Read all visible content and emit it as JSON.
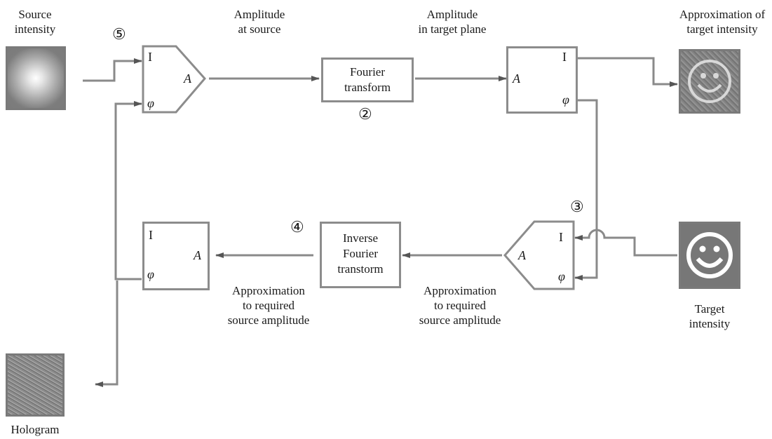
{
  "labels": {
    "source_intensity": [
      "Source",
      "intensity"
    ],
    "amplitude_at_source": [
      "Amplitude",
      "at source"
    ],
    "amplitude_target_plane": [
      "Amplitude",
      "in target plane"
    ],
    "approx_target_intensity": [
      "Approximation of",
      "target intensity"
    ],
    "target_intensity": [
      "Target",
      "intensity"
    ],
    "hologram": "Hologram",
    "approx_required_left": [
      "Approximation",
      "to required",
      "source amplitude"
    ],
    "approx_required_right": [
      "Approximation",
      "to required",
      "source amplitude"
    ]
  },
  "steps": {
    "two": "②",
    "three": "③",
    "four": "④",
    "five": "⑤"
  },
  "blocks": {
    "fourier": [
      "Fourier",
      "transform"
    ],
    "inverse_fourier": [
      "Inverse",
      "Fourier",
      "transtorm"
    ]
  },
  "ports": {
    "intensity": "I",
    "amplitude": "A",
    "phase": "φ"
  },
  "colors": {
    "box_border": "#8c8c8c",
    "wire": "#7a7a7a",
    "arrow": "#555555"
  }
}
